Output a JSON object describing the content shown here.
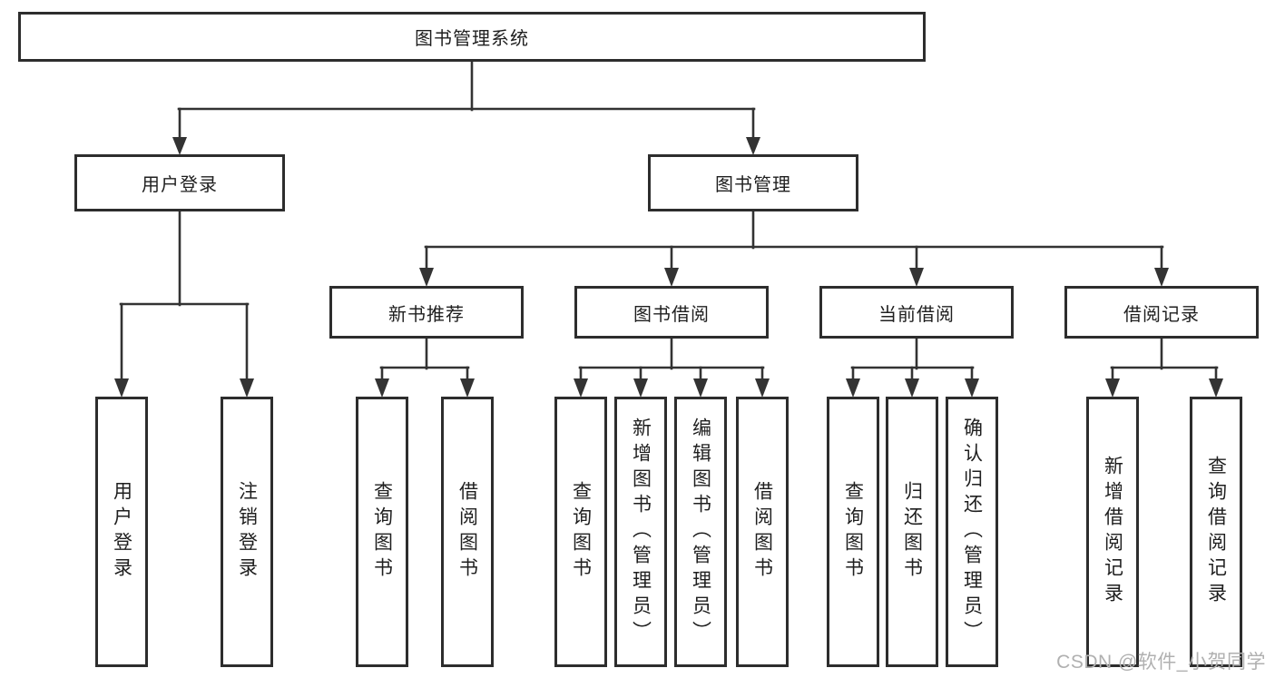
{
  "tree": {
    "label": "图书管理系统",
    "children": [
      {
        "label": "用户登录",
        "children": [
          {
            "label": "用户登录"
          },
          {
            "label": "注销登录"
          }
        ]
      },
      {
        "label": "图书管理",
        "children": [
          {
            "label": "新书推荐",
            "children": [
              {
                "label": "查询图书"
              },
              {
                "label": "借阅图书"
              }
            ]
          },
          {
            "label": "图书借阅",
            "children": [
              {
                "label": "查询图书"
              },
              {
                "label": "新增图书（管理员）"
              },
              {
                "label": "编辑图书（管理员）"
              },
              {
                "label": "借阅图书"
              }
            ]
          },
          {
            "label": "当前借阅",
            "children": [
              {
                "label": "查询图书"
              },
              {
                "label": "归还图书"
              },
              {
                "label": "确认归还（管理员）"
              }
            ]
          },
          {
            "label": "借阅记录",
            "children": [
              {
                "label": "新增借阅记录"
              },
              {
                "label": "查询借阅记录"
              }
            ]
          }
        ]
      }
    ]
  },
  "watermark": "CSDN @软件_小贺同学",
  "colors": {
    "line": "#333333",
    "box_border": "#2d2d2d",
    "box_bg": "#ffffff",
    "text": "#1f1f1f",
    "watermark": "#b0b0b0"
  }
}
